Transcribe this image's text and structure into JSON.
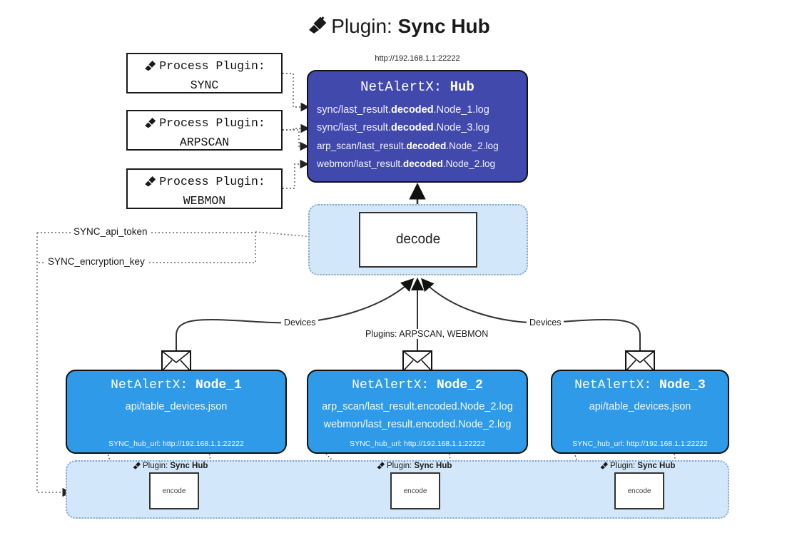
{
  "title": {
    "icon": "plug-icon",
    "prefix": "Plugin:",
    "name": "Sync Hub"
  },
  "hub": {
    "url": "http://192.168.1.1:22222",
    "title_prefix": "NetAlertX:",
    "title_name": "Hub",
    "files": [
      {
        "pre": "sync/last_result.",
        "mid": "decoded",
        "post": ".Node_1.log"
      },
      {
        "pre": "sync/last_result.",
        "mid": "decoded",
        "post": ".Node_3.log"
      },
      {
        "pre": "arp_scan/last_result.",
        "mid": "decoded",
        "post": ".Node_2.log"
      },
      {
        "pre": "webmon/last_result.",
        "mid": "decoded",
        "post": ".Node_2.log"
      }
    ]
  },
  "process_plugins": [
    {
      "icon": "plug-icon",
      "label": "Process Plugin:",
      "name": "SYNC"
    },
    {
      "icon": "plug-icon",
      "label": "Process Plugin:",
      "name": "ARPSCAN"
    },
    {
      "icon": "plug-icon",
      "label": "Process Plugin:",
      "name": "WEBMON"
    }
  ],
  "decode": {
    "label": "decode"
  },
  "tokens": [
    {
      "label": "SYNC_api_token"
    },
    {
      "label": "SYNC_encryption_key"
    }
  ],
  "edge_labels": {
    "left_devices": "Devices",
    "right_devices": "Devices",
    "center_plugins": "Plugins: ARPSCAN, WEBMON"
  },
  "nodes": [
    {
      "title_prefix": "NetAlertX:",
      "title_name": "Node_1",
      "lines": [
        "api/table_devices.json"
      ],
      "hub_url_label": "SYNC_hub_url: http://192.168.1.1:22222",
      "envelope_icon": "envelope-icon"
    },
    {
      "title_prefix": "NetAlertX:",
      "title_name": "Node_2",
      "lines": [
        "arp_scan/last_result.encoded.Node_2.log",
        "webmon/last_result.encoded.Node_2.log"
      ],
      "hub_url_label": "SYNC_hub_url: http://192.168.1.1:22222",
      "envelope_icon": "envelope-icon"
    },
    {
      "title_prefix": "NetAlertX:",
      "title_name": "Node_3",
      "lines": [
        "api/table_devices.json"
      ],
      "hub_url_label": "SYNC_hub_url: http://192.168.1.1:22222",
      "envelope_icon": "envelope-icon"
    }
  ],
  "encoders": [
    {
      "icon": "plug-icon",
      "label_prefix": "Plugin:",
      "label_name": "Sync Hub",
      "box_label": "encode"
    },
    {
      "icon": "plug-icon",
      "label_prefix": "Plugin:",
      "label_name": "Sync Hub",
      "box_label": "encode"
    },
    {
      "icon": "plug-icon",
      "label_prefix": "Plugin:",
      "label_name": "Sync Hub",
      "box_label": "encode"
    }
  ],
  "colors": {
    "hub_fill": "#4249ad",
    "node_fill": "#2f9ae8",
    "container_fill": "#d2e7f9",
    "container_border": "#8aa6bd",
    "stroke": "#111111",
    "background": "#ffffff"
  }
}
